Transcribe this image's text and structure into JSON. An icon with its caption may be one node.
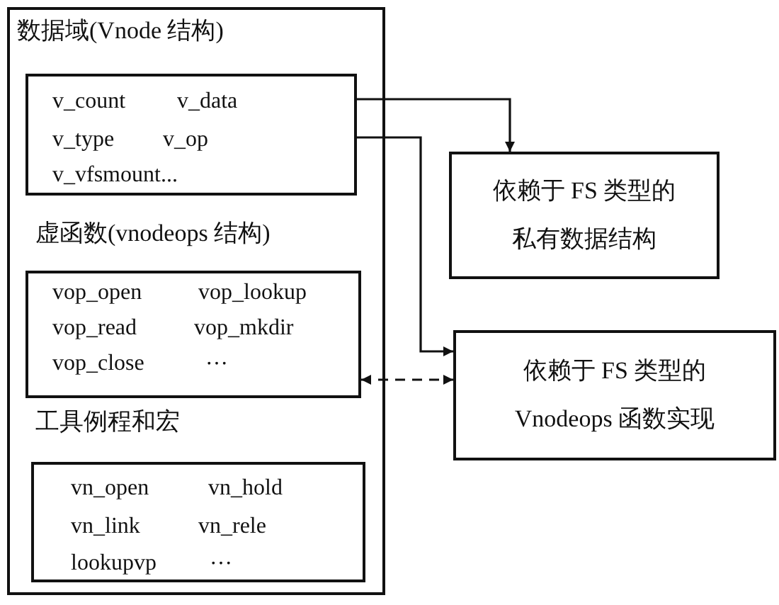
{
  "diagram": {
    "nodes": [
      {
        "text": [],
        "shape": "box"
      },
      {
        "text": [
          "数据域(Vnode 结构)",
          "v_count",
          "v_data",
          "v_type",
          "v_op",
          "v_vfsmount..."
        ],
        "in": 0
      },
      {
        "text": [
          "虚函数(vnodeops 结构)",
          "vop_open",
          "vop_lookup",
          "vop_read",
          "vop_mkdir",
          "vop_close",
          "…"
        ],
        "in": 0
      },
      {
        "text": [
          "工具例程和宏",
          "vn_open",
          "vn_hold",
          "vn_link",
          "vn_rele",
          "lookupvp",
          "…"
        ],
        "in": 0
      },
      {
        "text": [
          "依赖于 FS 类型的私有数据结构"
        ]
      },
      {
        "text": [
          "依赖于 FS 类型的Vnodeops 函数实现"
        ]
      }
    ],
    "edges": [
      {
        "from": 1,
        "to": 4,
        "arrow": "to"
      },
      {
        "from": 1,
        "to": 5,
        "arrow": "to"
      },
      {
        "from": 2,
        "to": 5,
        "arrow": "both",
        "style": "dashed"
      }
    ]
  }
}
